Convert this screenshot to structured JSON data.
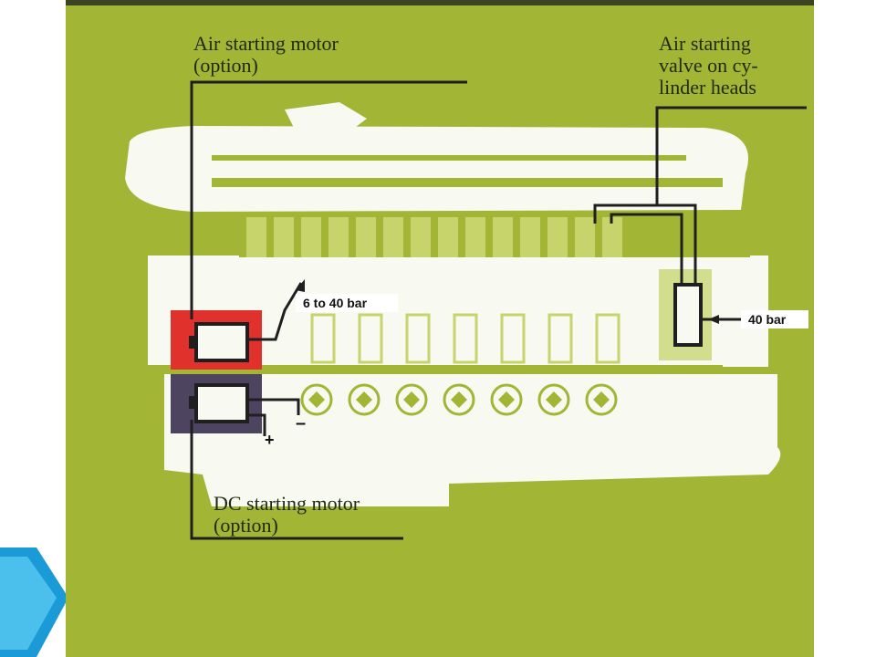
{
  "labels": {
    "air_motor": "Air starting motor\n(option)",
    "air_valve": "Air starting\nvalve on cy-\nlinder heads",
    "dc_motor": "DC starting motor\n(option)",
    "pressure_left": "6 to 40 bar",
    "pressure_right": "40 bar",
    "minus": "–",
    "plus": "+"
  },
  "colors": {
    "background": "#a2b534",
    "engine": "#f8f9f0",
    "air_motor_box": "#e0312c",
    "dc_motor_box": "#4d4560",
    "valve_highlight": "#d2dd8e",
    "lines": "#1f1f1f",
    "slide_accent": "#1a9bd7"
  }
}
